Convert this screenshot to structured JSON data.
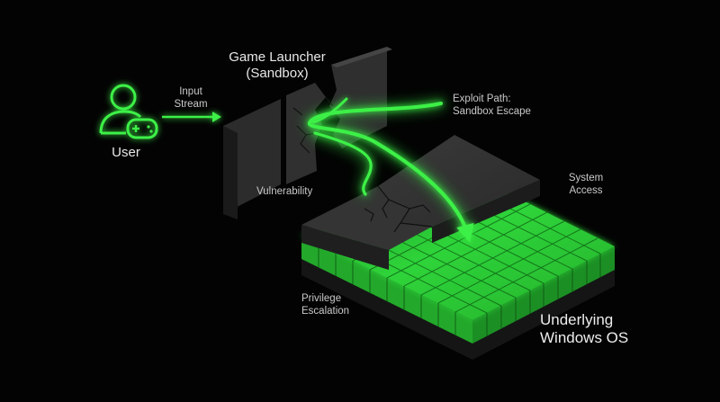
{
  "labels": {
    "user": "User",
    "input_stream": "Input\nStream",
    "game_launcher": "Game Launcher\n(Sandbox)",
    "exploit_path": "Exploit Path:\nSandbox Escape",
    "vulnerability": "Vulnerability",
    "system_access": "System\nAccess",
    "privilege_escalation": "Privilege\nEscalation",
    "underlying_os": "Underlying\nWindows OS"
  },
  "icons": {
    "user": "user-with-gamepad-icon",
    "arrow": "right-arrow-icon"
  },
  "colors": {
    "background": "#030303",
    "accent_green": "#3df046",
    "glow_green": "#2fd43a",
    "slab_dark": "#2a2a2a",
    "label_text": "#d2d2d2"
  }
}
